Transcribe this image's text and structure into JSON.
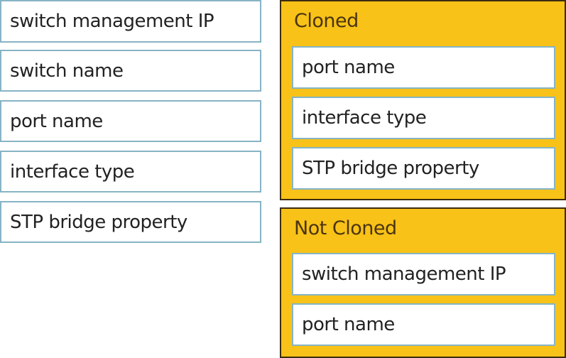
{
  "source_items": [
    "switch management IP",
    "switch name",
    "port name",
    "interface type",
    "STP bridge property"
  ],
  "targets": [
    {
      "title": "Cloned",
      "items": [
        "port name",
        "interface type",
        "STP bridge property"
      ]
    },
    {
      "title": "Not Cloned",
      "items": [
        "switch management IP",
        "port name"
      ]
    }
  ],
  "colors": {
    "panel": "#f8c218",
    "panel_border": "#3e2c10",
    "item_border": "#86b4c4"
  }
}
